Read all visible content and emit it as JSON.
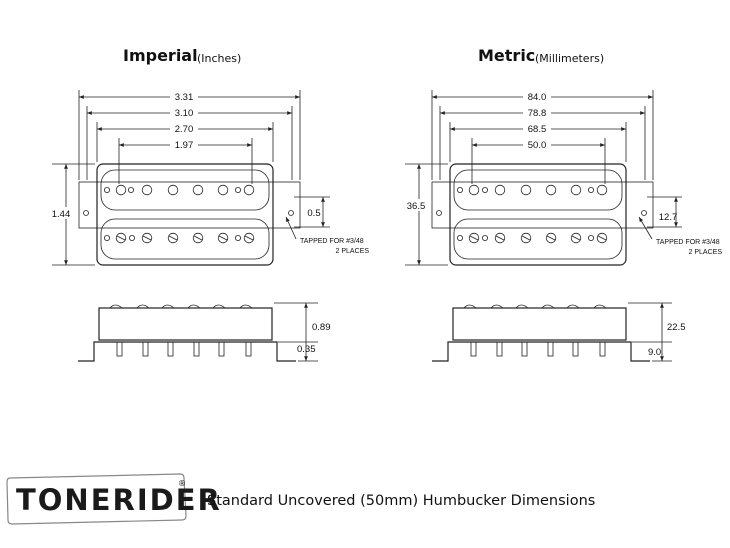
{
  "imperial": {
    "title": "Imperial",
    "subtitle": "(Inches)",
    "widths": [
      "3.31",
      "3.10",
      "2.70",
      "1.97"
    ],
    "height": "1.44",
    "screw_spacing": "0.5",
    "side_total": "0.89",
    "side_leg": "0.35",
    "note_line1": "TAPPED FOR #3/48",
    "note_line2": "2 PLACES"
  },
  "metric": {
    "title": "Metric",
    "subtitle": "(Millimeters)",
    "widths": [
      "84.0",
      "78.8",
      "68.5",
      "50.0"
    ],
    "height": "36.5",
    "screw_spacing": "12.7",
    "side_total": "22.5",
    "side_leg": "9.0",
    "note_line1": "TAPPED FOR #3/48",
    "note_line2": "2 PLACES"
  },
  "footer": {
    "brand": "TONERIDER",
    "registered": "®",
    "caption": "Standard Uncovered (50mm) Humbucker Dimensions"
  },
  "icons": {
    "brand_logo": "tonerider-logo-icon"
  }
}
